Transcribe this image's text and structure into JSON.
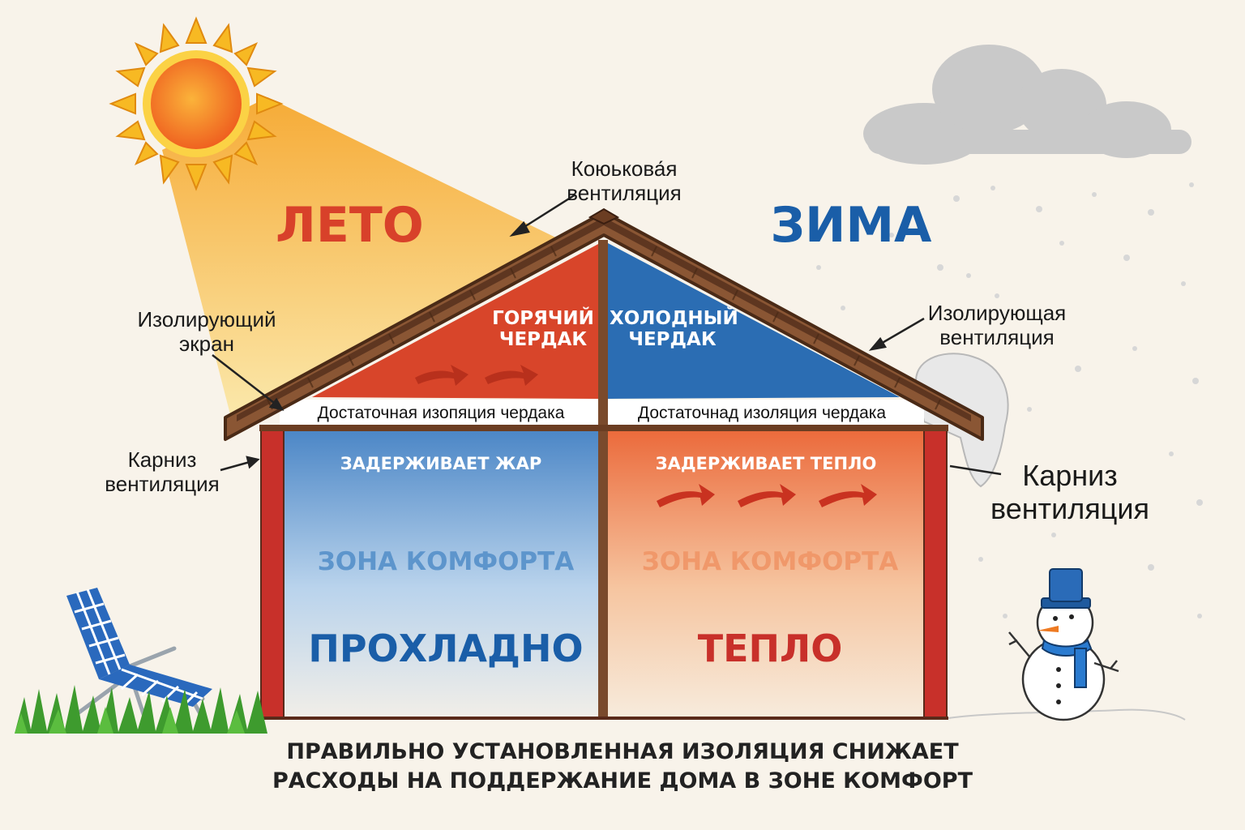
{
  "seasons": {
    "summer": "ЛЕТО",
    "winter": "ЗИМА"
  },
  "callouts": {
    "ridge_vent": [
      "Коюькова́я",
      "вентиляция"
    ],
    "screen": [
      "Изолирующий",
      "экран"
    ],
    "insul_vent": [
      "Изолирующая",
      "вентиляция"
    ],
    "eave_left": [
      "Карниз",
      "вентиляция"
    ],
    "eave_right": [
      "Карниз",
      "вентиляция"
    ]
  },
  "attic": {
    "hot": [
      "ГОРЯЧИЙ",
      "ЧЕРДАК"
    ],
    "cold": [
      "ХОЛОДНЫЙ",
      "ЧЕРДАК"
    ],
    "insulation_left": "Достаточная изопяция чердака",
    "insulation_right": "Достаточнад изоляция чердака"
  },
  "rooms": {
    "left": {
      "top": "ЗАДЕРЖИВАЕТ ЖАР",
      "zone": "ЗОНА КОМФОРТА",
      "state": "ПРОХЛАДНО"
    },
    "right": {
      "top": "ЗАДЕРЖИВАЕТ ТЕПЛО",
      "zone": "ЗОНА КОМФОРТА",
      "state": "ТЕПЛО"
    }
  },
  "footer": [
    "ПРАВИЛЬНО УСТАНОВЛЕННАЯ ИЗОЛЯЦИЯ СНИЖАЕТ",
    "РАСХОДЫ НА ПОДДЕРЖАНИЕ ДОМА В ЗОНЕ КОМФОРТ"
  ],
  "colors": {
    "summer_red": "#d8412a",
    "winter_blue": "#1a5ea8",
    "hot_attic": "#d8452a",
    "cold_attic": "#2b6db3",
    "roof_brown": "#7a4a2c",
    "wall_red": "#c8302a",
    "comfort_blue": "#5d95cc",
    "comfort_orange": "#f0986a"
  }
}
